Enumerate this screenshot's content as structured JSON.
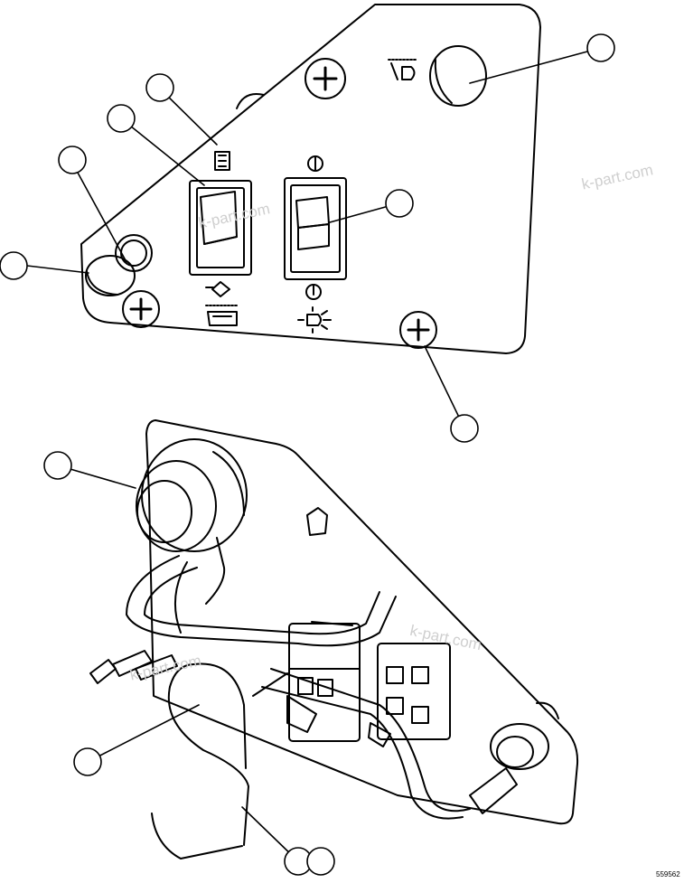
{
  "watermarks": [
    "k-part.com",
    "k-part.com",
    "k-part.com",
    "k-part.com"
  ],
  "figure_id": "559562",
  "colors": {
    "line": "#000000",
    "background": "#ffffff",
    "watermark": "#cfcfcf"
  },
  "callouts": [
    {
      "id": "callout-1"
    },
    {
      "id": "callout-2"
    },
    {
      "id": "callout-3"
    },
    {
      "id": "callout-4"
    },
    {
      "id": "callout-5"
    },
    {
      "id": "callout-6"
    },
    {
      "id": "callout-7"
    },
    {
      "id": "callout-8"
    },
    {
      "id": "callout-9"
    },
    {
      "id": "callout-10"
    },
    {
      "id": "callout-11"
    },
    {
      "id": "callout-12"
    }
  ]
}
